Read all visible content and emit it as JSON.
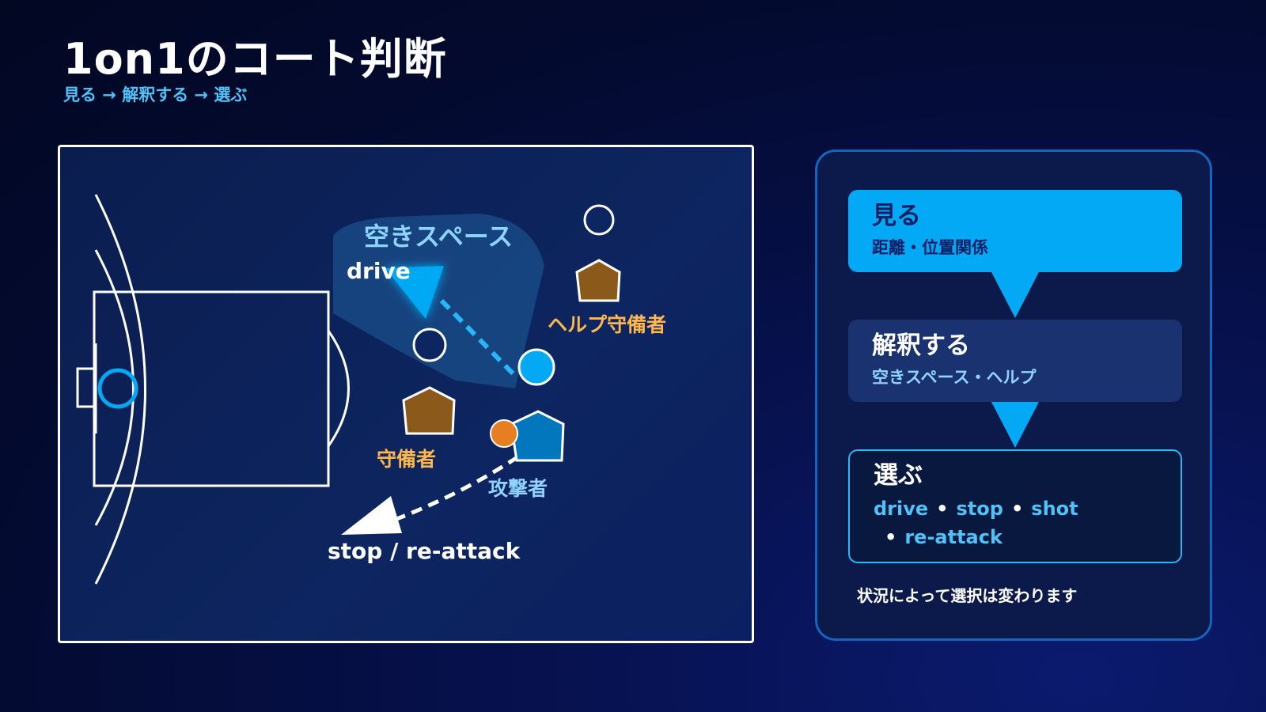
{
  "header": {
    "title": "1on1のコート判断",
    "subtitle": "見る → 解釈する → 選ぶ"
  },
  "court": {
    "labels": {
      "open_space": "空きスペース",
      "drive": "drive",
      "help_defender": "ヘルプ守備者",
      "defender": "守備者",
      "attacker": "攻撃者",
      "stop_reattack": "stop / re-attack"
    },
    "colors": {
      "court_bg": "#0b1d4f",
      "lines": "#ffffff",
      "hoop": "#03a9f4",
      "attacker": "#03a9f4",
      "defender": "#8b5a1a",
      "ball": "#e67e22",
      "open_space": "#1a4f8a",
      "label_orange": "#ffb74d",
      "label_blue": "#8fd3ff"
    }
  },
  "panel": {
    "steps": [
      {
        "title": "見る",
        "desc": "距離・位置関係"
      },
      {
        "title": "解釈する",
        "desc": "空きスペース・ヘルプ"
      },
      {
        "title": "選ぶ",
        "choices": [
          "drive",
          "stop",
          "shot",
          "re-attack"
        ]
      }
    ],
    "note": "状況によって選択は変わります"
  }
}
